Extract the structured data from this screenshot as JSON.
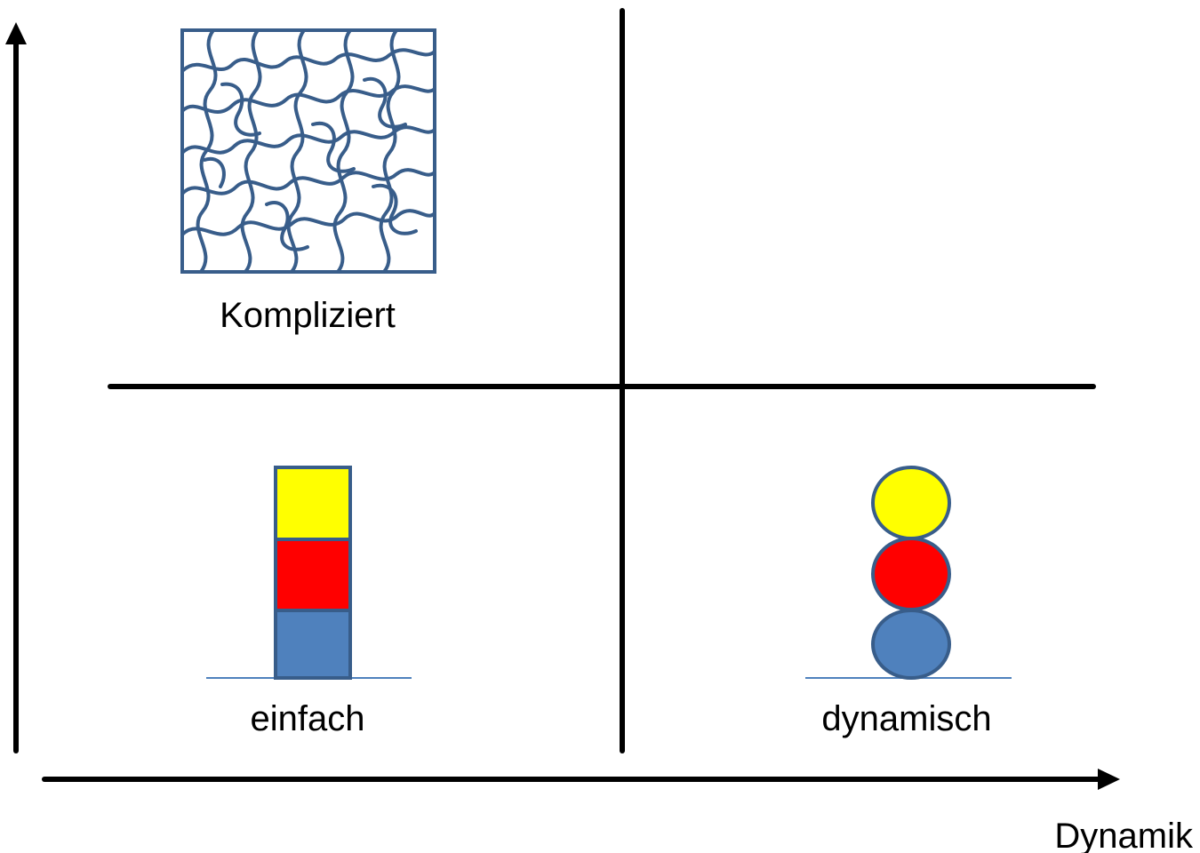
{
  "labels": {
    "complicated": "Kompliziert",
    "simple": "einfach",
    "dynamic": "dynamisch",
    "x_axis": "Dynamik"
  },
  "colors": {
    "axis": "#000000",
    "shape_stroke": "#385D8A",
    "yellow": "#FFFF00",
    "red": "#FF0000",
    "blue": "#4F81BD",
    "baseline": "#4F81BD"
  },
  "icons": {
    "complicated": "tangled-network-icon",
    "simple": "stacked-squares-icon",
    "dynamic": "stacked-circles-icon"
  }
}
